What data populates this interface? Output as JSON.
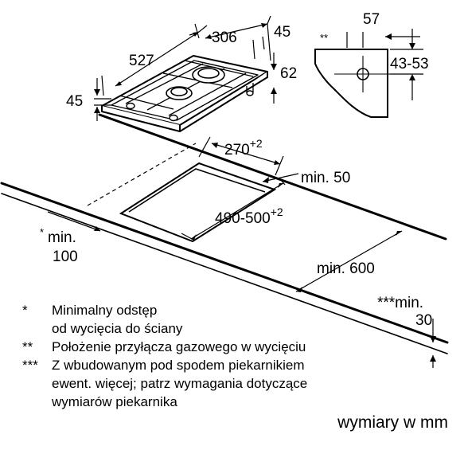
{
  "dimensions": {
    "top_depth": "527",
    "top_width": "306",
    "top_height": "45",
    "top_right_height": "62",
    "left_height": "45",
    "cutout_width_base": "270",
    "cutout_width_tol": "+2",
    "cutout_depth_base": "490-500",
    "cutout_depth_tol": "+2",
    "min_back": "min. 50",
    "min_side_marker": "*",
    "min_side_label": "min.",
    "min_side_value": "100",
    "min_front": "min. 600",
    "min_underside_label": "***min.",
    "min_underside_value": "30"
  },
  "detail": {
    "marker": "**",
    "offset": "57",
    "range": "43-53"
  },
  "notes": [
    {
      "marker": "*",
      "lines": [
        "Minimalny odstęp",
        "od wycięcia do ściany"
      ]
    },
    {
      "marker": "**",
      "lines": [
        "Położenie przyłącza gazowego w wycięciu"
      ]
    },
    {
      "marker": "***",
      "lines": [
        "Z wbudowanym pod spodem piekarnikiem",
        "ewent. więcej; patrz wymagania dotyczące",
        "wymiarów piekarnika"
      ]
    }
  ],
  "units": "wymiary w mm"
}
